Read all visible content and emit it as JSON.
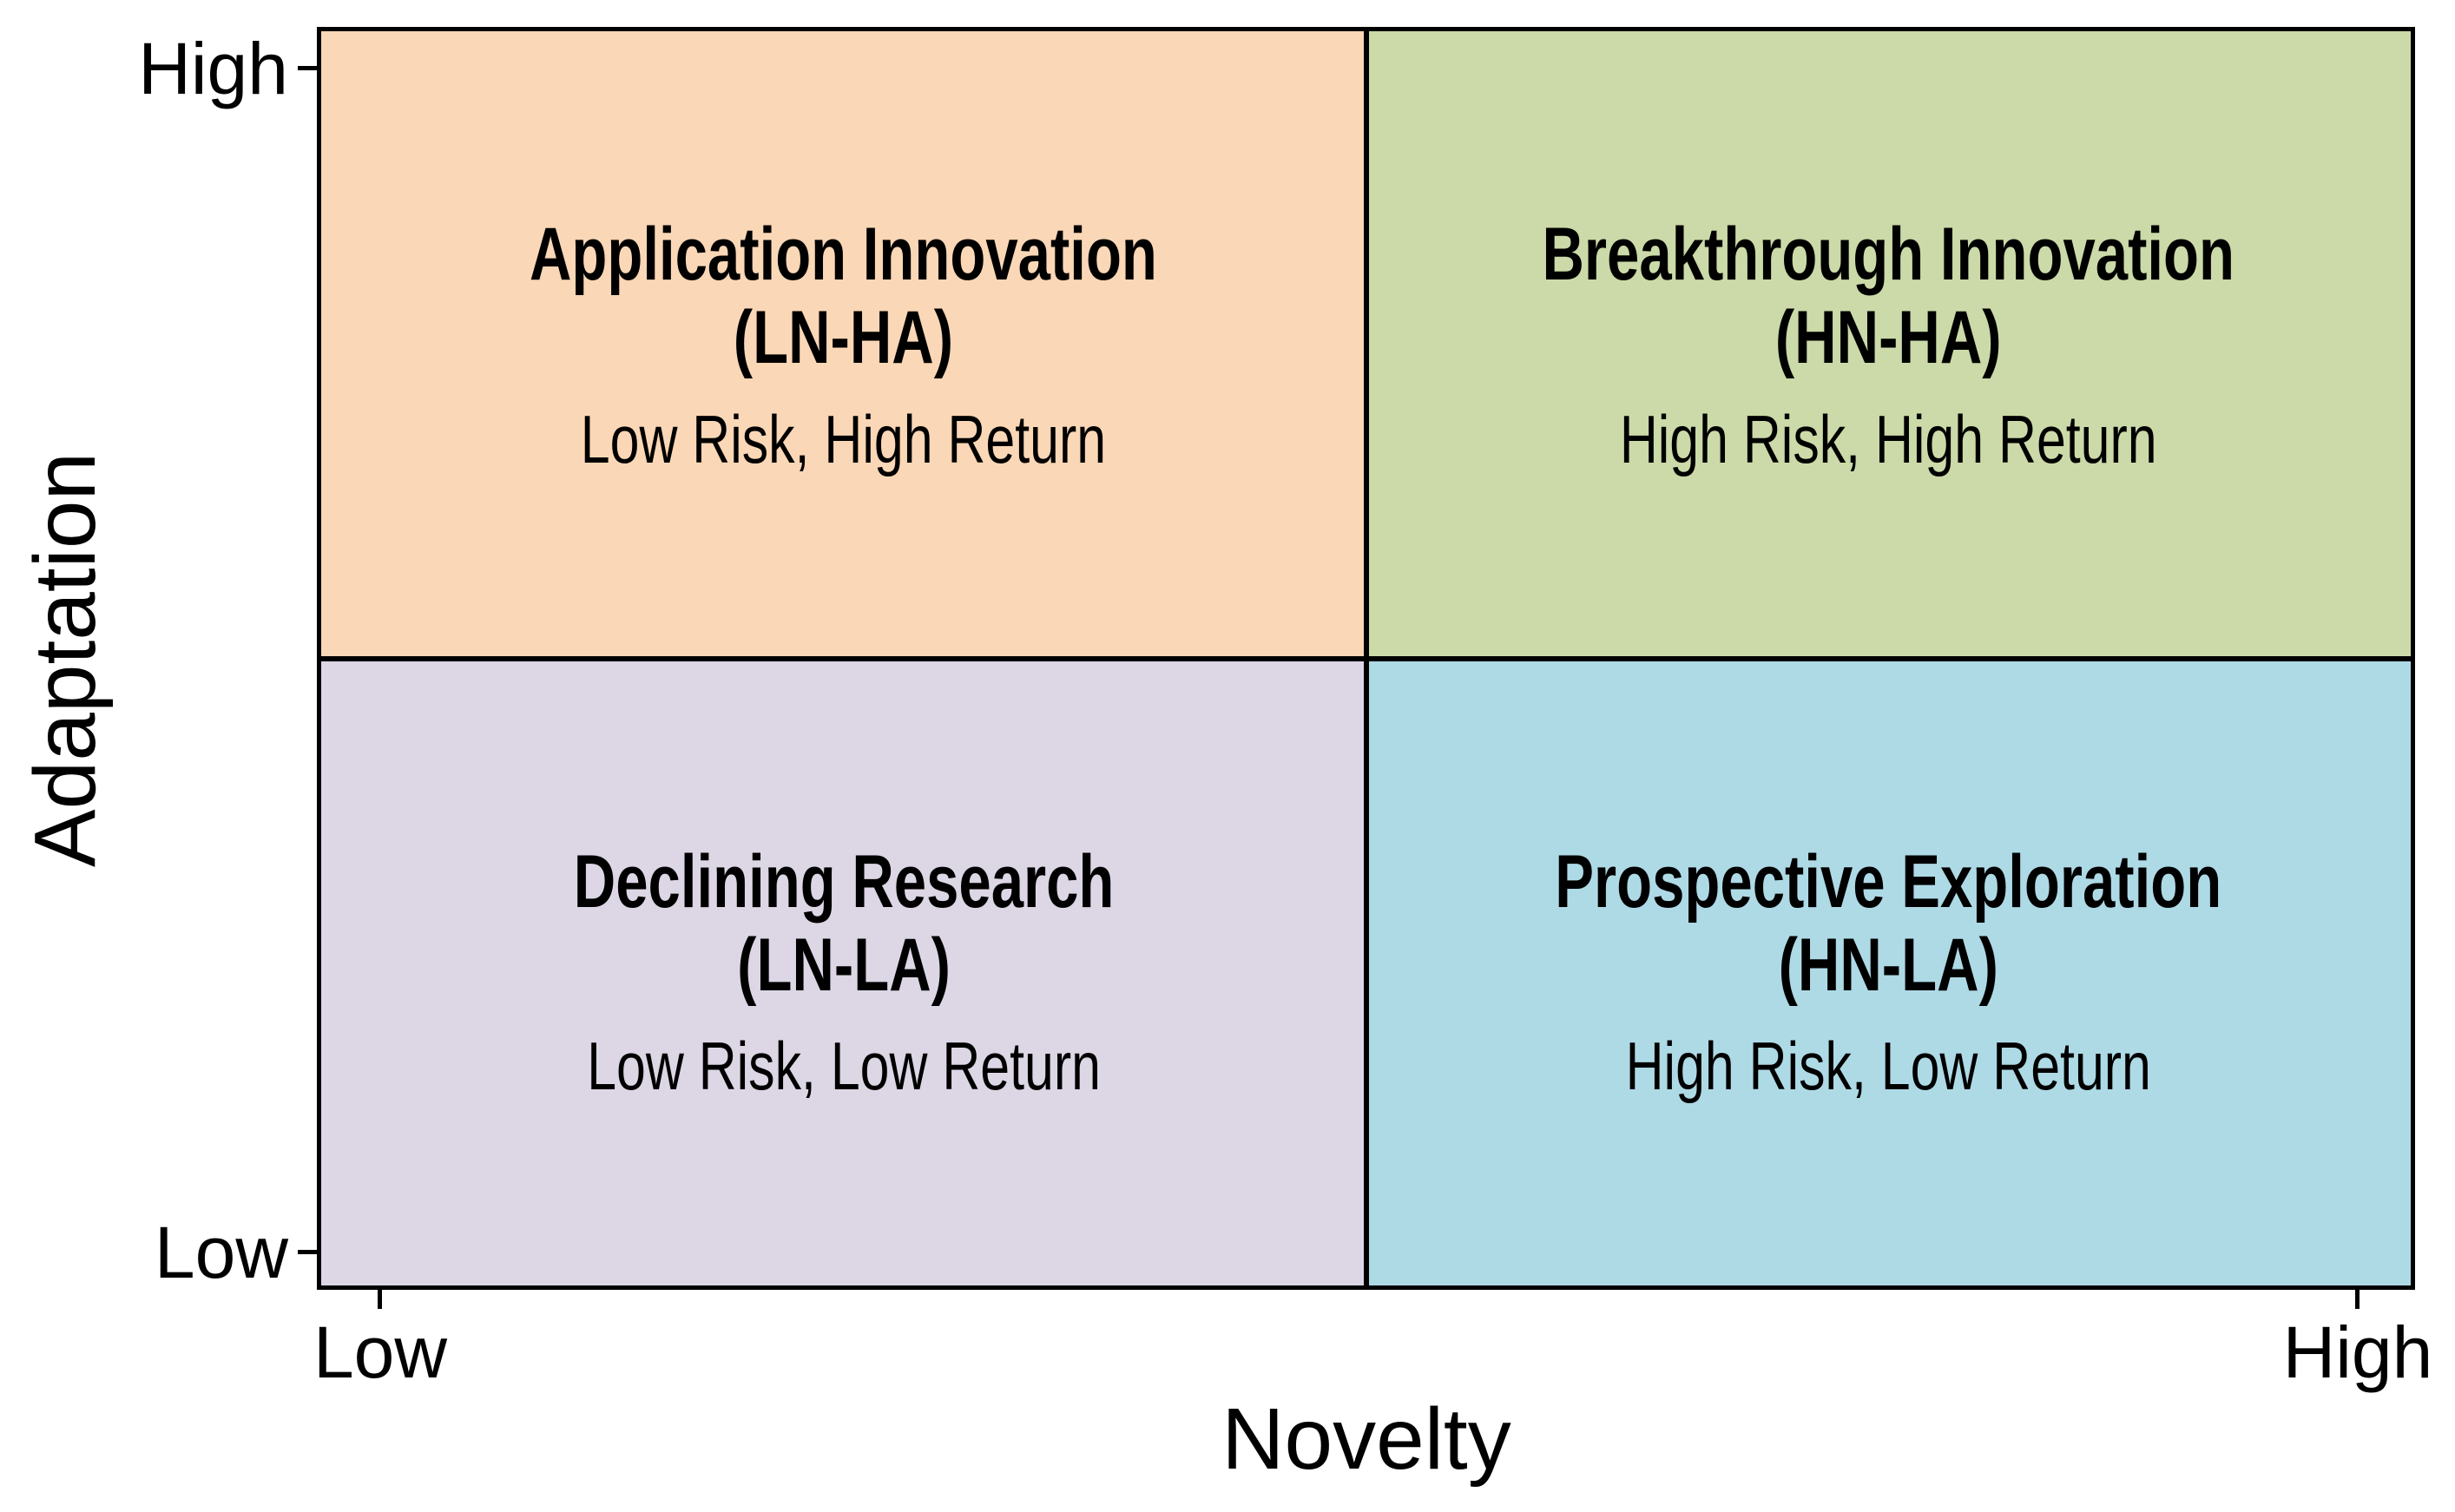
{
  "figure": {
    "background": "#ffffff",
    "line_color": "#000000"
  },
  "axes": {
    "x": {
      "label": "Novelty",
      "tick_low": "Low",
      "tick_high": "High"
    },
    "y": {
      "label": "Adaptation",
      "tick_low": "Low",
      "tick_high": "High"
    }
  },
  "quadrants": {
    "top_left": {
      "title": "Application Innovation",
      "code": "(LN-HA)",
      "subtitle": "Low Risk, High Return",
      "color": "#FAD7B6"
    },
    "top_right": {
      "title": "Breakthrough Innovation",
      "code": "(HN-HA)",
      "subtitle": "High Risk, High Return",
      "color": "#CBDAA8"
    },
    "bottom_left": {
      "title": "Declining Research",
      "code": "(LN-LA)",
      "subtitle": "Low Risk, Low Return",
      "color": "#DCD6E5"
    },
    "bottom_right": {
      "title": "Prospective Exploration",
      "code": "(HN-LA)",
      "subtitle": "High Risk, Low Return",
      "color": "#AEDAE6"
    }
  }
}
